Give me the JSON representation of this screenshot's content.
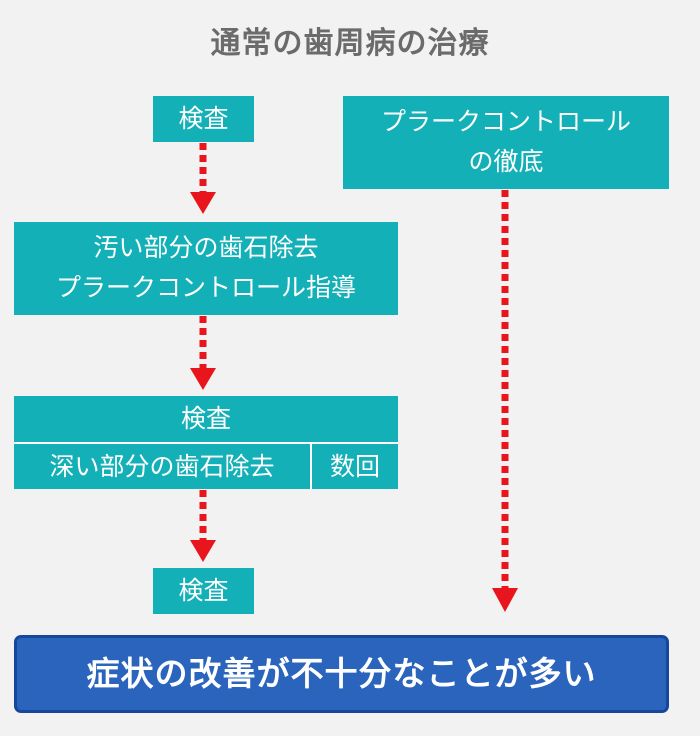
{
  "title": "通常の歯周病の治療",
  "left_flow": {
    "step1": "検査",
    "step2_line1": "汚い部分の歯石除去",
    "step2_line2": "プラークコントロール指導",
    "step3_top": "検査",
    "step3_bottom_left": "深い部分の歯石除去",
    "step3_bottom_right": "数回",
    "step4": "検査"
  },
  "right_flow": {
    "line1": "プラークコントロール",
    "line2": "の徹底"
  },
  "result": "症状の改善が不十分なことが多い",
  "colors": {
    "box": "#14b0b7",
    "arrow": "#e8161c",
    "result_fill": "#2a64bd",
    "result_border": "#16479b",
    "title": "#6b6b6b",
    "background": "#f2f2f2"
  }
}
